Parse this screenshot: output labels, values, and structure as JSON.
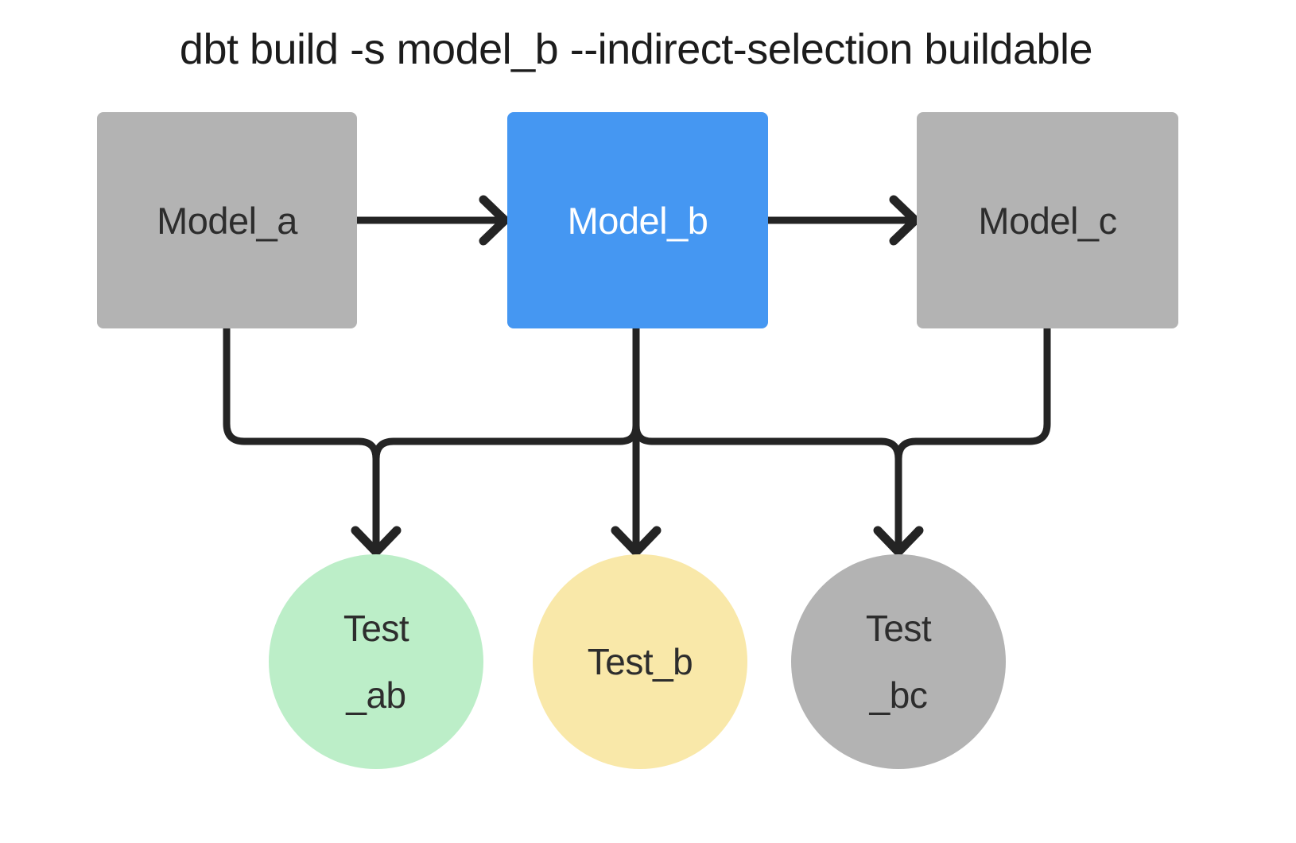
{
  "title": "dbt build -s model_b --indirect-selection buildable",
  "colors": {
    "background": "#ffffff",
    "title_text": "#1c1c1c",
    "edge": "#242424",
    "node_gray": "#b3b3b3",
    "node_selected_blue": "#4597f2",
    "node_text_dark": "#2d2d2d",
    "node_text_light": "#ffffff",
    "test_green": "#bceec8",
    "test_yellow": "#f9e8a9",
    "test_gray": "#b3b3b3"
  },
  "models": [
    {
      "id": "model_a",
      "label": "Model_a",
      "fill": "#b3b3b3",
      "selected": false
    },
    {
      "id": "model_b",
      "label": "Model_b",
      "fill": "#4597f2",
      "selected": true
    },
    {
      "id": "model_c",
      "label": "Model_c",
      "fill": "#b3b3b3",
      "selected": false
    }
  ],
  "tests": [
    {
      "id": "test_ab",
      "lines": [
        "Test",
        "_ab"
      ],
      "fill": "#bceec8"
    },
    {
      "id": "test_b",
      "lines": [
        "Test_b"
      ],
      "fill": "#f9e8a9"
    },
    {
      "id": "test_bc",
      "lines": [
        "Test",
        "_bc"
      ],
      "fill": "#b3b3b3"
    }
  ],
  "edges": [
    "Model_a -> Model_b",
    "Model_b -> Model_c",
    "Model_a -> tests bus",
    "Model_b -> tests bus",
    "Model_c -> tests bus",
    "bus -> Test_ab",
    "bus -> Test_b",
    "bus -> Test_bc"
  ]
}
